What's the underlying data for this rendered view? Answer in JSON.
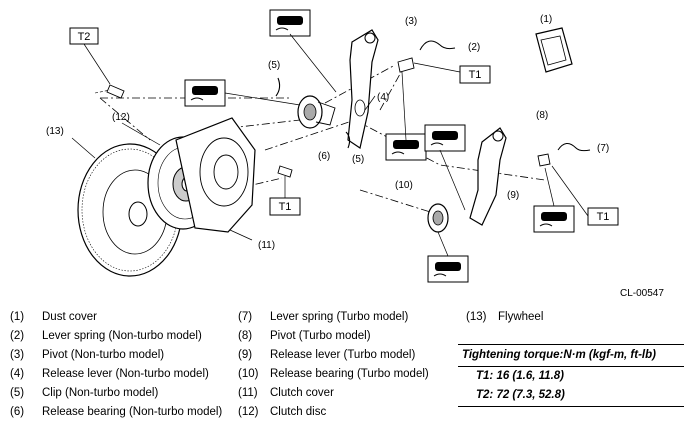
{
  "callouts": {
    "c1": "(1)",
    "c2": "(2)",
    "c3": "(3)",
    "c4": "(4)",
    "c5a": "(5)",
    "c5b": "(5)",
    "c6": "(6)",
    "c7": "(7)",
    "c8": "(8)",
    "c9": "(9)",
    "c10": "(10)",
    "c11": "(11)",
    "c12": "(12)",
    "c13": "(13)"
  },
  "torque_boxes": {
    "t2_top": "T2",
    "t1_a": "T1",
    "t1_b": "T1",
    "t1_c": "T1"
  },
  "diagram_code": "CL-00547",
  "legend": {
    "col1": [
      {
        "num": "(1)",
        "text": "Dust cover"
      },
      {
        "num": "(2)",
        "text": "Lever spring (Non-turbo model)"
      },
      {
        "num": "(3)",
        "text": "Pivot (Non-turbo model)"
      },
      {
        "num": "(4)",
        "text": "Release lever (Non-turbo model)"
      },
      {
        "num": "(5)",
        "text": "Clip (Non-turbo model)"
      },
      {
        "num": "(6)",
        "text": "Release bearing (Non-turbo model)"
      }
    ],
    "col2": [
      {
        "num": "(7)",
        "text": "Lever spring (Turbo model)"
      },
      {
        "num": "(8)",
        "text": "Pivot (Turbo model)"
      },
      {
        "num": "(9)",
        "text": "Release lever (Turbo model)"
      },
      {
        "num": "(10)",
        "text": "Release bearing (Turbo model)"
      },
      {
        "num": "(11)",
        "text": "Clutch cover"
      },
      {
        "num": "(12)",
        "text": "Clutch disc"
      }
    ],
    "col3": [
      {
        "num": "(13)",
        "text": "Flywheel"
      }
    ]
  },
  "torque_table": {
    "header": "Tightening torque:N·m (kgf-m, ft-lb)",
    "t1": "T1:   16 (1.6, 11.8)",
    "t2": "T2:   72 (7.3, 52.8)"
  }
}
